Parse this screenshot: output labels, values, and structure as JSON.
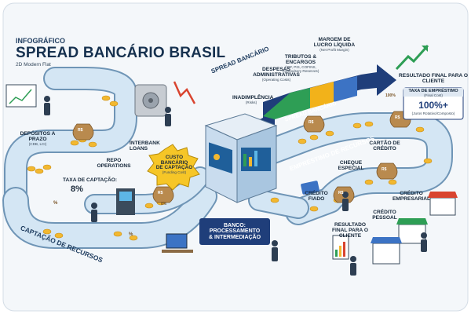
{
  "header": {
    "kicker": "INFOGRÁFICO",
    "title": "SPREAD BANCÁRIO BRASIL",
    "style_note": "2D Modern Flat"
  },
  "captacao": {
    "pipe_label": "CAPTAÇÃO DE RECURSOS",
    "depositos": "DEPÓSITOS A PRAZO",
    "depositos_sub": "(CDB, LCI)",
    "interbank": "INTERBANK LOANS",
    "repo": "REPO OPERATIONS",
    "taxa_label": "TAXA DE CAPTAÇÃO:",
    "taxa_value": "8%"
  },
  "custo": {
    "line1": "CUSTO",
    "line2": "BANCÁRIO",
    "line3": "DE CAPTAÇÃO",
    "sub": "(Funding Cost)"
  },
  "banco": {
    "line1": "BANCO:",
    "line2": "PROCESSAMENTO",
    "line3": "& INTERMEDIAÇÃO"
  },
  "spread": {
    "arrow_label": "SPREAD BANCÁRIO",
    "bar_label": "SPREAD BANCÁRIO",
    "inadimplencia": "INADIMPLÊNCIA",
    "inadimplencia_sub": "(Risks)",
    "despesas": "DESPESAS ADMINISTRATIVAS",
    "despesas_sub": "(Operating Costs)",
    "tributos": "TRIBUTOS & ENCARGOS",
    "tributos_sub": "(IOF, PIS, COFINS, Compulsory Reserves)",
    "margem": "MARGEM DE LUCRO LÍQUIDA",
    "margem_sub": "(Net Profit Margin)",
    "segment_colors": [
      "#2e9e55",
      "#f2b21a",
      "#3c73c4",
      "#1f3e7a"
    ]
  },
  "emprestimo": {
    "pipe_label": "EMPRÉSTIMO DE RECURSOS",
    "cartao": "CARTÃO DE CRÉDITO",
    "cheque": "CHEQUE ESPECIAL",
    "credito_fiado": "CRÉDITO FIADO",
    "credito_empresarial": "CRÉDITO EMPRESARIAL",
    "credito_pessoal": "CRÉDITO PESSOAL",
    "resultado_bottom": "RESULTADO FINAL PARA O CLIENTE"
  },
  "resultado": {
    "title": "RESULTADO FINAL PARA O CLIENTE",
    "box_label": "TAXA DE EMPRÉSTIMO",
    "box_sub": "(Final Cost)",
    "box_value": "100%+",
    "box_note": "(Juros Rotativo/Composto)"
  },
  "coins": {
    "symbol": "R$",
    "percent": "%",
    "percent_tag": "8%",
    "big_tag": "100%"
  },
  "colors": {
    "pipe": "#c9dff0",
    "pipe_edge": "#6f95b6",
    "coin": "#f2b830",
    "bank_screen": "#1f5f9a",
    "navy": "#1f3e7a"
  }
}
